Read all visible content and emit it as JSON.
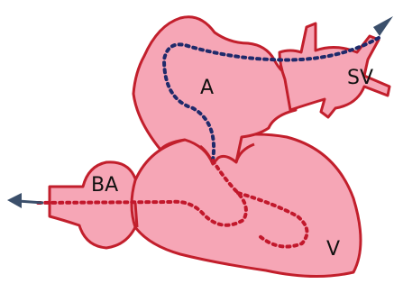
{
  "labels": {
    "atrium": "A",
    "sinus_venosus": "SV",
    "bulbus_arteriosus": "BA",
    "ventricle": "V"
  },
  "colors": {
    "chamber_fill": "#f6a6b6",
    "chamber_stroke": "#c21f2c",
    "venous_flow": "#1f2a6b",
    "arterial_flow": "#c2182c",
    "flow_arrow": "#3b4f6b"
  }
}
